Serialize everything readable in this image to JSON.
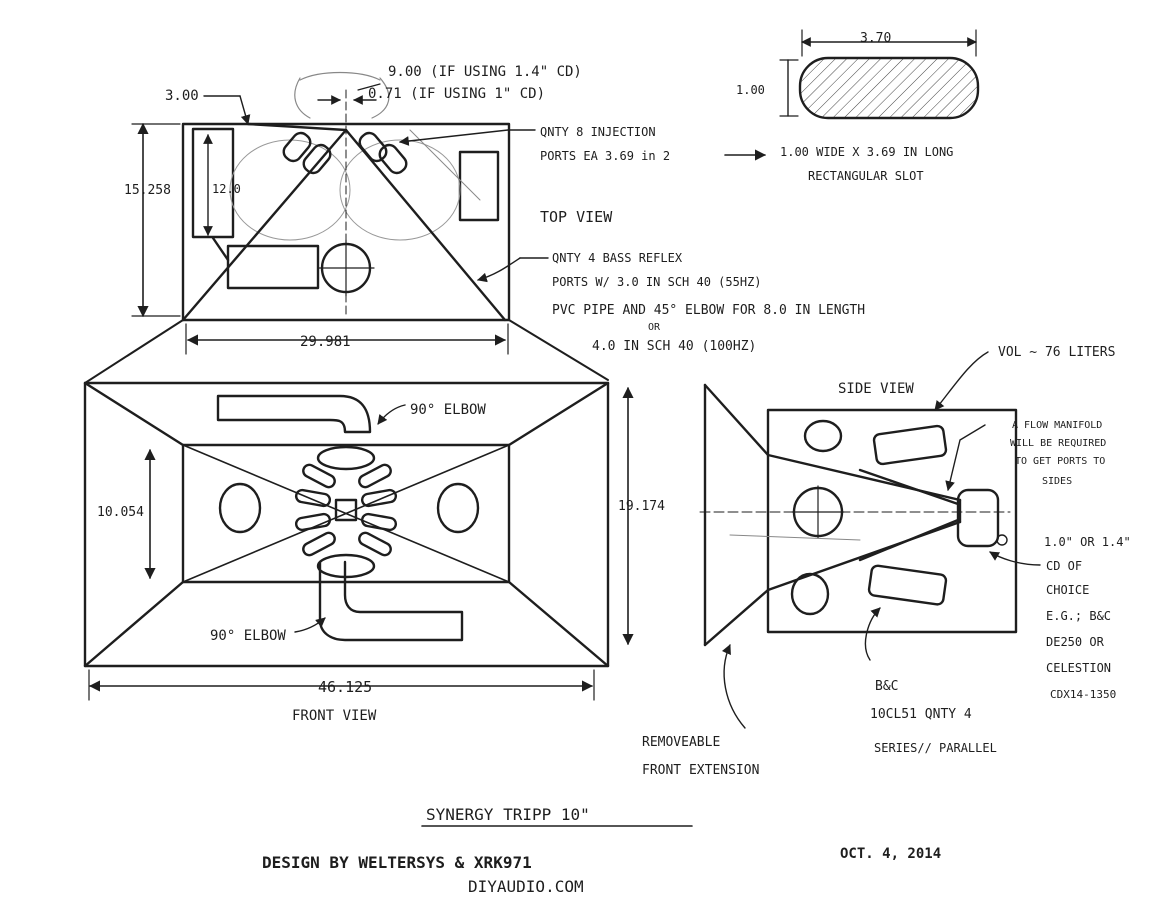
{
  "colors": {
    "ink": "#1e1e1e",
    "paper": "#ffffff"
  },
  "top_view": {
    "dim_cd_14": "9.00 (IF USING 1.4\" CD)",
    "dim_cd_1": "0.71 (IF USING 1\" CD)",
    "dim_300": "3.00",
    "dim_height": "15.258",
    "dim_inner": "12.0",
    "dim_width": "29.981",
    "label": "TOP VIEW",
    "injection_line1": "QNTY 8 INJECTION",
    "injection_line2": "PORTS EA 3.69 in 2",
    "slot_line1": "1.00 WIDE X 3.69 IN LONG",
    "slot_line2": "RECTANGULAR SLOT",
    "bass_line1": "QNTY 4 BASS REFLEX",
    "bass_line2": "PORTS W/ 3.0 IN SCH 40 (55HZ)",
    "bass_line3": "PVC PIPE AND 45° ELBOW FOR 8.0 IN LENGTH",
    "bass_or": "OR",
    "bass_line4": "4.0 IN SCH 40 (100HZ)"
  },
  "slot": {
    "width_dim": "3.70",
    "height_dim": "1.00"
  },
  "front_view": {
    "elbow_top": "90° ELBOW",
    "elbow_bottom": "90° ELBOW",
    "dim_inner_height": "10.054",
    "dim_height": "19.174",
    "dim_width": "46.125",
    "label": "FRONT VIEW"
  },
  "side_view": {
    "label": "SIDE VIEW",
    "volume": "VOL ~ 76 LITERS",
    "manifold_line1": "A FLOW MANIFOLD",
    "manifold_line2": "WILL BE REQUIRED",
    "manifold_line3": "TO GET PORTS TO",
    "manifold_line4": "SIDES",
    "cd_line1": "1.0\" OR 1.4\"",
    "cd_line2": "CD OF",
    "cd_line3": "CHOICE",
    "cd_line4": "E.G.; B&C",
    "cd_line5": "DE250 OR",
    "cd_line6": "CELESTION",
    "cd_line7": "CDX14-1350",
    "woofer_line1": "B&C",
    "woofer_line2": "10CL51 QNTY 4",
    "woofer_line3": "SERIES// PARALLEL",
    "extension_line1": "REMOVEABLE",
    "extension_line2": "FRONT EXTENSION"
  },
  "footer": {
    "title": "SYNERGY TRIPP 10\"",
    "design": "DESIGN BY WELTERSYS & XRK971",
    "date": "OCT. 4, 2014",
    "site": "DIYAUDIO.COM"
  }
}
